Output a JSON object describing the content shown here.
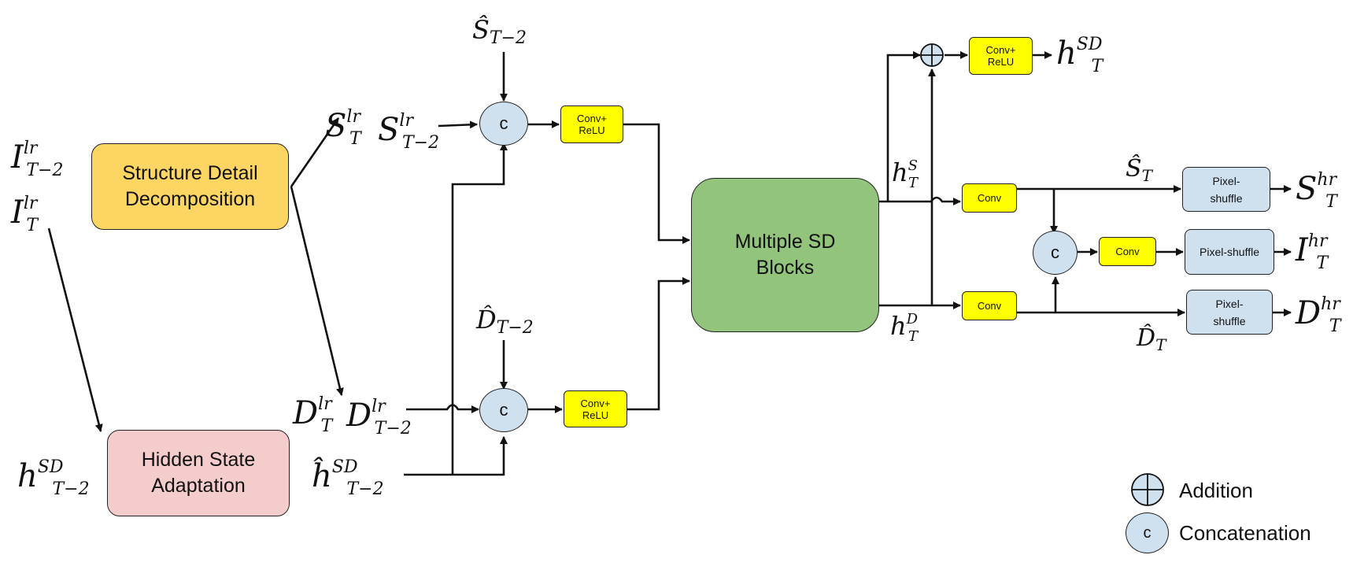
{
  "blocks": {
    "sdd": "Structure Detail Decomposition",
    "hsa": "Hidden State Adaptation",
    "msd": "Multiple SD Blocks"
  },
  "ops": {
    "conv_relu": "Conv+ ReLU",
    "conv": "Conv",
    "pixel_shuffle": "Pixel-shuffle",
    "concat_symbol": "c"
  },
  "labels": {
    "I": "I",
    "S": "S",
    "D": "D",
    "h": "h",
    "S_hat": "Ŝ",
    "D_hat": "D̂",
    "h_hat": "ĥ",
    "sub_T": "T",
    "sub_T2": "T−2",
    "sup_lr": "lr",
    "sup_hr": "hr",
    "sup_SD": "SD",
    "sup_S": "S",
    "sup_D": "D"
  },
  "legend": {
    "addition": "Addition",
    "concatenation": "Concatenation"
  },
  "colors": {
    "sdd": "#fdd563",
    "hsa": "#f4cccc",
    "msd": "#92c47c",
    "conv": "#ffff00",
    "pixel_shuffle": "#cfe0ef",
    "operator": "#cfe0ef"
  }
}
